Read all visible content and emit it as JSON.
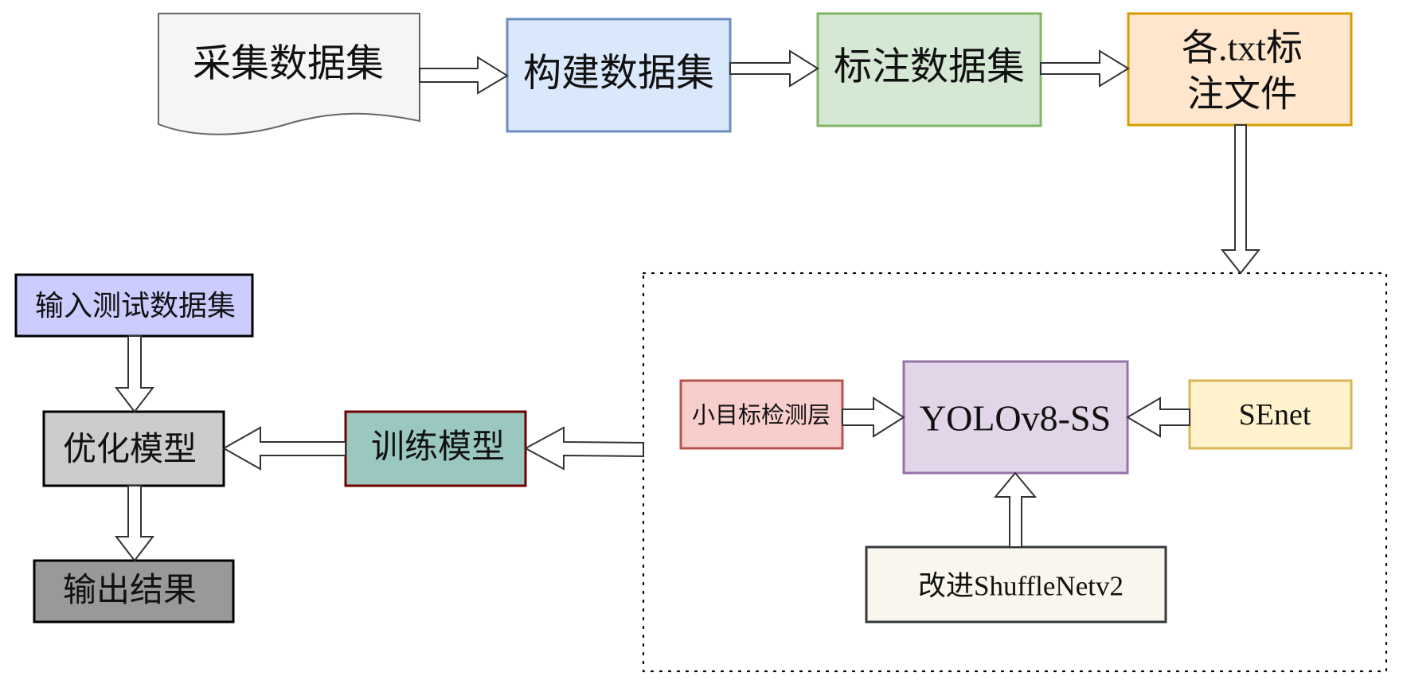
{
  "nodes": {
    "collect": {
      "label": "采集数据集",
      "fill": "#f5f5f5",
      "stroke": "#666666"
    },
    "build": {
      "label": "构建数据集",
      "fill": "#dae8fc",
      "stroke": "#6c8ebf"
    },
    "annotate": {
      "label": "标注数据集",
      "fill": "#d5e8d4",
      "stroke": "#82b366"
    },
    "txt": {
      "line1": "各.txt标",
      "line2": "注文件",
      "fill": "#ffe6cc",
      "stroke": "#d79b00"
    },
    "small_layer": {
      "label": "小目标检测层",
      "fill": "#f8cecc",
      "stroke": "#b85450"
    },
    "yolo": {
      "label": "YOLOv8-SS",
      "fill": "#e1d5e7",
      "stroke": "#9673a6"
    },
    "senet": {
      "label": "SEnet",
      "fill": "#fff2cc",
      "stroke": "#d6b656"
    },
    "shuffle": {
      "label": "改进ShuffleNetv2",
      "fill": "#f9f7ed",
      "stroke": "#36393d"
    },
    "train": {
      "label": "训练模型",
      "fill": "#9ac7bf",
      "stroke": "#6f0000"
    },
    "optimize": {
      "label": "优化模型",
      "fill": "#cccccc",
      "stroke": "#000000"
    },
    "test_input": {
      "label": "输入测试数据集",
      "fill": "#ccccff",
      "stroke": "#000000"
    },
    "output": {
      "label": "输出结果",
      "fill": "#999999",
      "stroke": "#000000"
    }
  },
  "edges": [
    {
      "from": "collect",
      "to": "build"
    },
    {
      "from": "build",
      "to": "annotate"
    },
    {
      "from": "annotate",
      "to": "txt"
    },
    {
      "from": "txt",
      "to": "model-group"
    },
    {
      "from": "small_layer",
      "to": "yolo"
    },
    {
      "from": "senet",
      "to": "yolo"
    },
    {
      "from": "shuffle",
      "to": "yolo"
    },
    {
      "from": "model-group",
      "to": "train"
    },
    {
      "from": "train",
      "to": "optimize"
    },
    {
      "from": "test_input",
      "to": "optimize"
    },
    {
      "from": "optimize",
      "to": "output"
    }
  ]
}
